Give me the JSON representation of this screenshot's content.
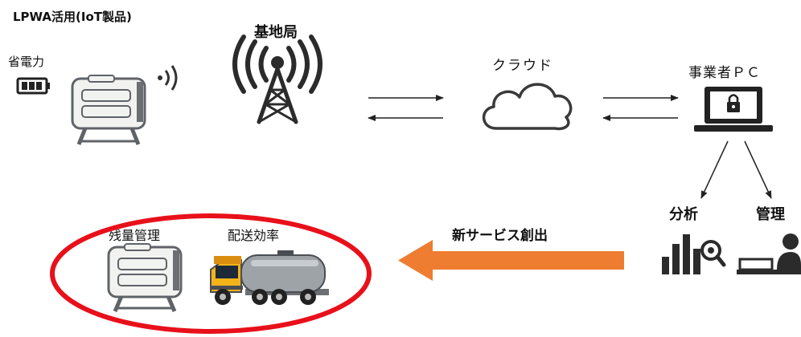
{
  "header": {
    "title": "LPWA活用(IoT製品)"
  },
  "device": {
    "power_label": "省電力"
  },
  "base_station": {
    "label": "基地局"
  },
  "cloud": {
    "label": "クラウド"
  },
  "business_pc": {
    "label": "事業者ＰＣ"
  },
  "functions": {
    "analysis_label": "分析",
    "management_label": "管理"
  },
  "flow": {
    "new_service_label": "新サービス創出"
  },
  "outcomes": {
    "remaining_label": "残量管理",
    "delivery_label": "配送効率"
  },
  "colors": {
    "accent_arrow": "#ee7d31",
    "highlight_ring": "#e8101a",
    "icon_dark": "#2b2b2b"
  }
}
